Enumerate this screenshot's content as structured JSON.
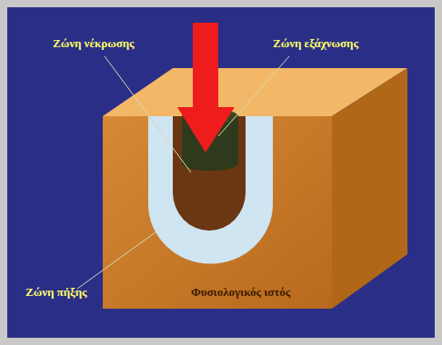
{
  "diagram": {
    "labels": [
      "Ζώνη νέκρωσης",
      "Ζώνη εξάχνωσης",
      "Ζώνη πήξης",
      "Φυσιολογικός ιστός"
    ]
  }
}
